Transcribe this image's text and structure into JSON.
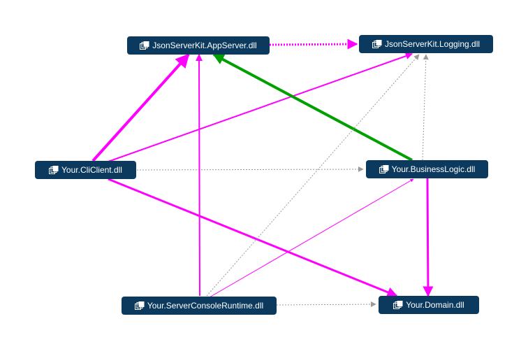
{
  "colors": {
    "node_bg": "#0b3a5e",
    "node_text": "#ffffff",
    "edge_magenta": "#ff00ff",
    "edge_green": "#00a000",
    "edge_gray": "#9a9a9a"
  },
  "nodes": {
    "appserver": {
      "label": "JsonServerKit.AppServer.dll",
      "icon": "assembly-icon"
    },
    "logging": {
      "label": "JsonServerKit.Logging.dll",
      "icon": "assembly-icon"
    },
    "cliclient": {
      "label": "Your.CliClient.dll",
      "icon": "assembly-icon"
    },
    "businesslogic": {
      "label": "Your.BusinessLogic.dll",
      "icon": "assembly-icon"
    },
    "serverconsole": {
      "label": "Your.ServerConsoleRuntime.dll",
      "icon": "assembly-icon"
    },
    "domain": {
      "label": "Your.Domain.dll",
      "icon": "assembly-icon"
    }
  },
  "edges": [
    {
      "from": "appserver",
      "to": "logging",
      "style": "magenta-dotted"
    },
    {
      "from": "cliclient",
      "to": "appserver",
      "style": "magenta-thick"
    },
    {
      "from": "cliclient",
      "to": "logging",
      "style": "magenta"
    },
    {
      "from": "cliclient",
      "to": "businesslogic",
      "style": "gray-dotted"
    },
    {
      "from": "cliclient",
      "to": "domain",
      "style": "magenta"
    },
    {
      "from": "businesslogic",
      "to": "appserver",
      "style": "green-thick"
    },
    {
      "from": "businesslogic",
      "to": "logging",
      "style": "gray-dotted"
    },
    {
      "from": "businesslogic",
      "to": "domain",
      "style": "magenta"
    },
    {
      "from": "serverconsole",
      "to": "appserver",
      "style": "magenta"
    },
    {
      "from": "serverconsole",
      "to": "logging",
      "style": "gray-dotted"
    },
    {
      "from": "serverconsole",
      "to": "businesslogic",
      "style": "magenta-thin"
    },
    {
      "from": "serverconsole",
      "to": "domain",
      "style": "gray-dotted"
    }
  ]
}
